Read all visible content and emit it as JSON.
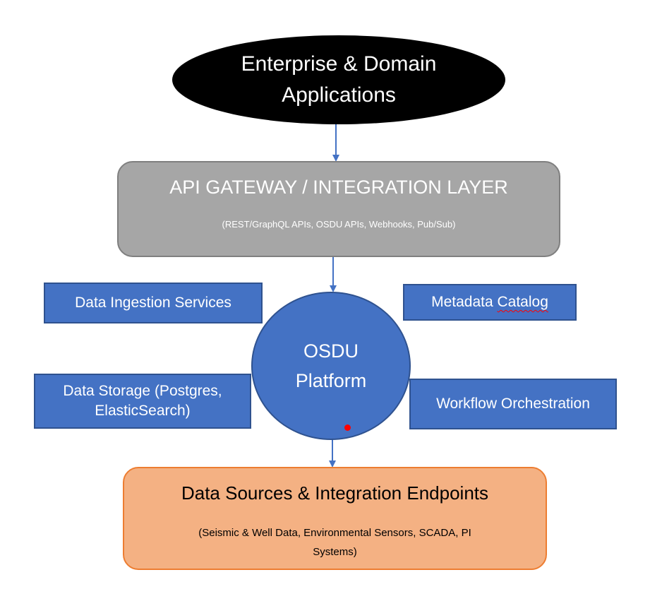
{
  "apps": {
    "line1": "Enterprise & Domain",
    "line2": "Applications"
  },
  "gateway": {
    "title": "API GATEWAY / INTEGRATION LAYER",
    "subtitle": "(REST/GraphQL APIs, OSDU APIs, Webhooks, Pub/Sub)"
  },
  "platform": {
    "line1": "OSDU",
    "line2": "Platform"
  },
  "services": {
    "ingestion": "Data Ingestion Services",
    "metadata_word1": "Metadata",
    "metadata_word2": "Catalog",
    "storage_line1": "Data Storage (Postgres,",
    "storage_line2": "ElasticSearch)",
    "workflow": "Workflow Orchestration"
  },
  "sources": {
    "title": "Data Sources & Integration Endpoints",
    "subtitle_line1": "(Seismic & Well Data, Environmental Sensors, SCADA, PI",
    "subtitle_line2": "Systems)"
  },
  "colors": {
    "ellipse": "#000000",
    "gateway_fill": "#a6a6a6",
    "blue_fill": "#4472c4",
    "blue_border": "#2f528f",
    "sources_fill": "#f4b183",
    "sources_border": "#ed7d31",
    "arrow": "#4472c4",
    "dot": "#ff0000"
  }
}
